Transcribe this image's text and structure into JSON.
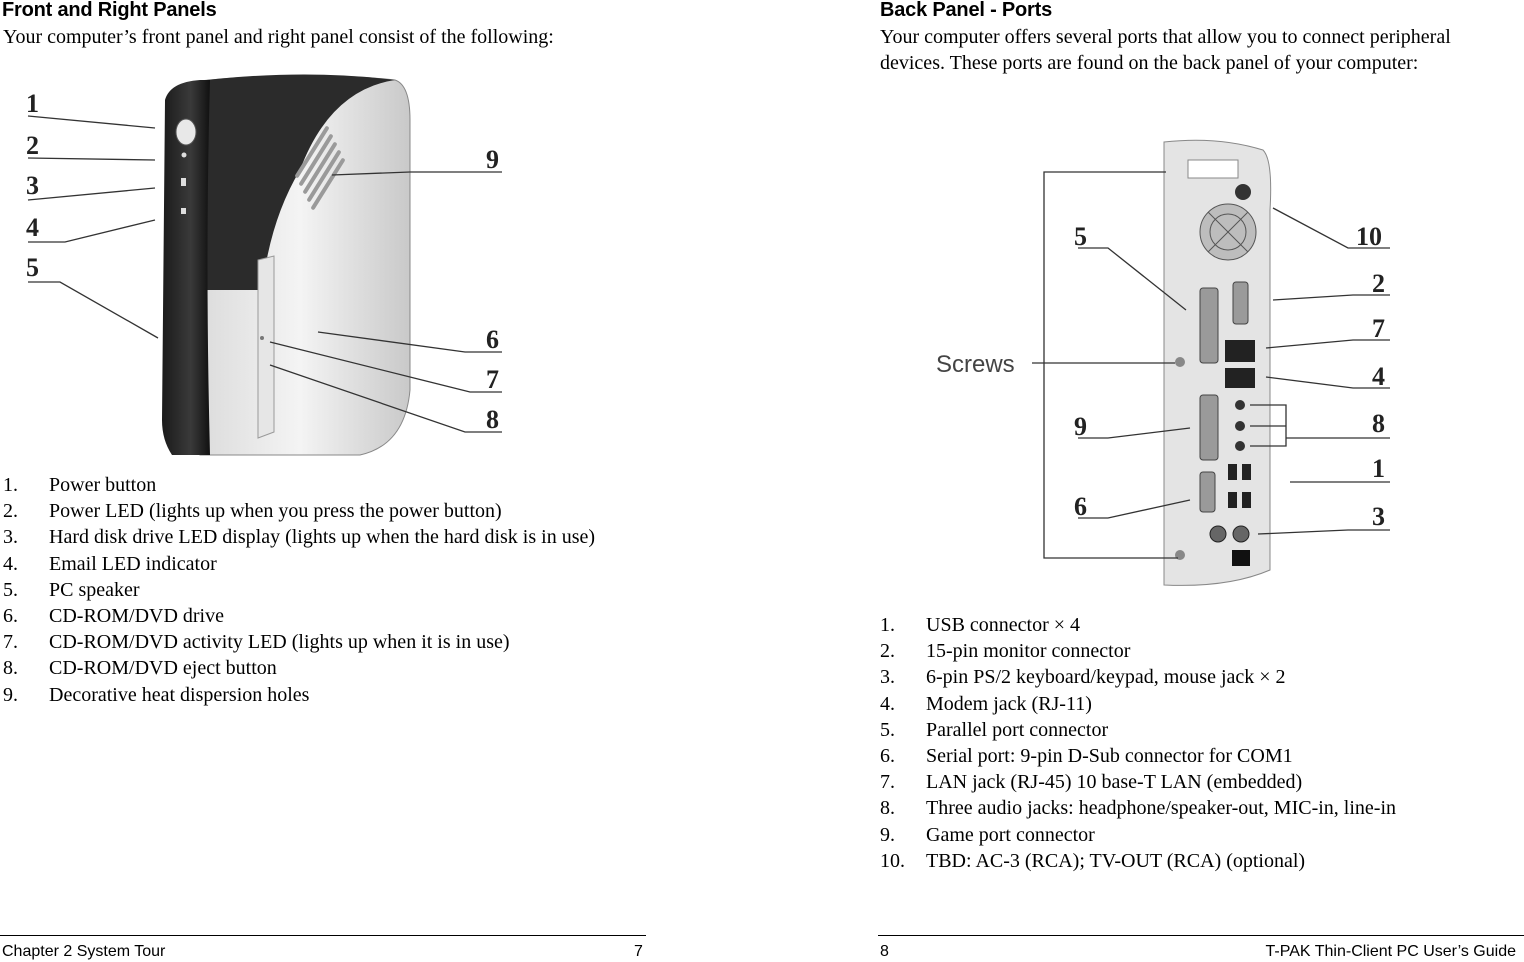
{
  "left_page": {
    "title": "Front and Right Panels",
    "intro": "Your computer’s front panel and right panel consist of the following:",
    "figure": {
      "callouts": [
        "1",
        "2",
        "3",
        "4",
        "5",
        "6",
        "7",
        "8",
        "9"
      ]
    },
    "items": [
      {
        "num": "1.",
        "text": "Power button"
      },
      {
        "num": "2.",
        "text": "Power LED (lights up when you press the power button)"
      },
      {
        "num": "3.",
        "text": "Hard disk drive LED display (lights up when the hard disk is in use)"
      },
      {
        "num": "4.",
        "text": "Email LED indicator"
      },
      {
        "num": "5.",
        "text": "PC speaker"
      },
      {
        "num": "6.",
        "text": "CD-ROM/DVD drive"
      },
      {
        "num": "7.",
        "text": "CD-ROM/DVD activity LED (lights up when it is in use)"
      },
      {
        "num": "8.",
        "text": "CD-ROM/DVD eject button"
      },
      {
        "num": "9.",
        "text": "Decorative heat dispersion holes"
      }
    ],
    "footer": {
      "chapter": "Chapter 2    System Tour",
      "page": "7"
    }
  },
  "right_page": {
    "title": "Back Panel - Ports",
    "intro": "Your computer offers several ports that allow you to connect peripheral devices. These ports are found on the back panel of your computer:",
    "figure": {
      "callouts_left": [
        "5",
        "9",
        "6"
      ],
      "callouts_right": [
        "10",
        "2",
        "7",
        "4",
        "8",
        "1",
        "3"
      ],
      "screws_label": "Screws"
    },
    "items": [
      {
        "num": "1.",
        "text": "USB connector × 4"
      },
      {
        "num": "2.",
        "text": "15-pin monitor connector"
      },
      {
        "num": "3.",
        "text": "6-pin PS/2 keyboard/keypad, mouse jack × 2"
      },
      {
        "num": "4.",
        "text": "Modem jack (RJ-11)"
      },
      {
        "num": "5.",
        "text": "Parallel port connector"
      },
      {
        "num": "6.",
        "text": "Serial port: 9-pin D-Sub connector for COM1"
      },
      {
        "num": "7.",
        "text": "LAN jack (RJ-45) 10 base-T LAN (embedded)"
      },
      {
        "num": "8.",
        "text": "Three audio jacks: headphone/speaker-out, MIC-in, line-in"
      },
      {
        "num": "9.",
        "text": "Game port connector"
      },
      {
        "num": "10.",
        "text": "TBD: AC-3 (RCA); TV-OUT (RCA) (optional)"
      }
    ],
    "footer": {
      "page": "8",
      "book": "T-PAK Thin-Client PC User’s Guide"
    }
  }
}
